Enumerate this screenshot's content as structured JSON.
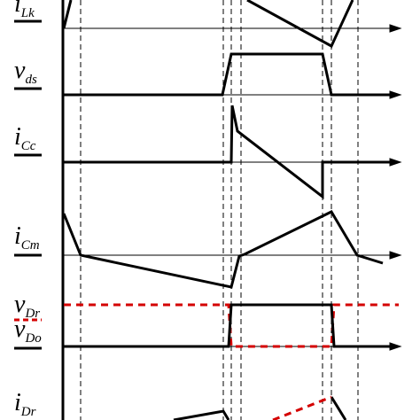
{
  "diagram": {
    "kind": "switching waveform timing diagram",
    "colors": {
      "trace": "#000000",
      "dashed_trace": "#d40000",
      "grid": "#000000"
    },
    "traces": [
      {
        "id": "iLk",
        "main": "i",
        "sub": "Lk"
      },
      {
        "id": "vds",
        "main": "v",
        "sub": "ds"
      },
      {
        "id": "iCc",
        "main": "i",
        "sub": "Cc"
      },
      {
        "id": "iCm",
        "main": "i",
        "sub": "Cm"
      },
      {
        "id": "vDr",
        "main": "v",
        "sub": "Dr",
        "style": "red dashed"
      },
      {
        "id": "vDo",
        "main": "v",
        "sub": "Do"
      },
      {
        "id": "iDr",
        "main": "i",
        "sub": "Dr"
      }
    ]
  }
}
